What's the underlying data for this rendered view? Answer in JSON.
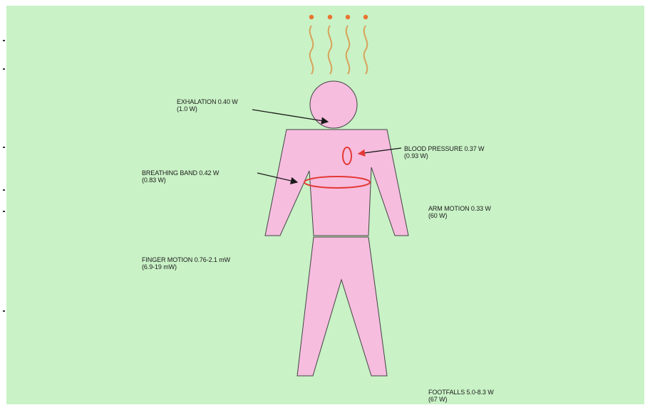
{
  "labels": {
    "exhalation": {
      "title": "EXHALATION 0.40 W",
      "sub": "(1.0 W)"
    },
    "blood_pressure": {
      "title": "BLOOD PRESSURE 0.37 W",
      "sub": "(0.93 W)"
    },
    "breathing_band": {
      "title": "BREATHING BAND 0.42 W",
      "sub": "(0.83 W)"
    },
    "arm_motion": {
      "title": "ARM MOTION 0.33 W",
      "sub": "(60 W)"
    },
    "finger_motion": {
      "title": "FINGER MOTION 0.76-2.1 mW",
      "sub": "(6.9-19 mW)"
    },
    "footfalls": {
      "title": "FOOTFALLS 5.0-8.3 W",
      "sub": "(67 W)"
    }
  },
  "colors": {
    "background": "#c9f2c6",
    "body_fill": "#f6bddf",
    "body_stroke": "#444444",
    "heart_ring": "#e53935",
    "heat_waves": "#d8a25a",
    "heat_dots": "#e8742f"
  }
}
